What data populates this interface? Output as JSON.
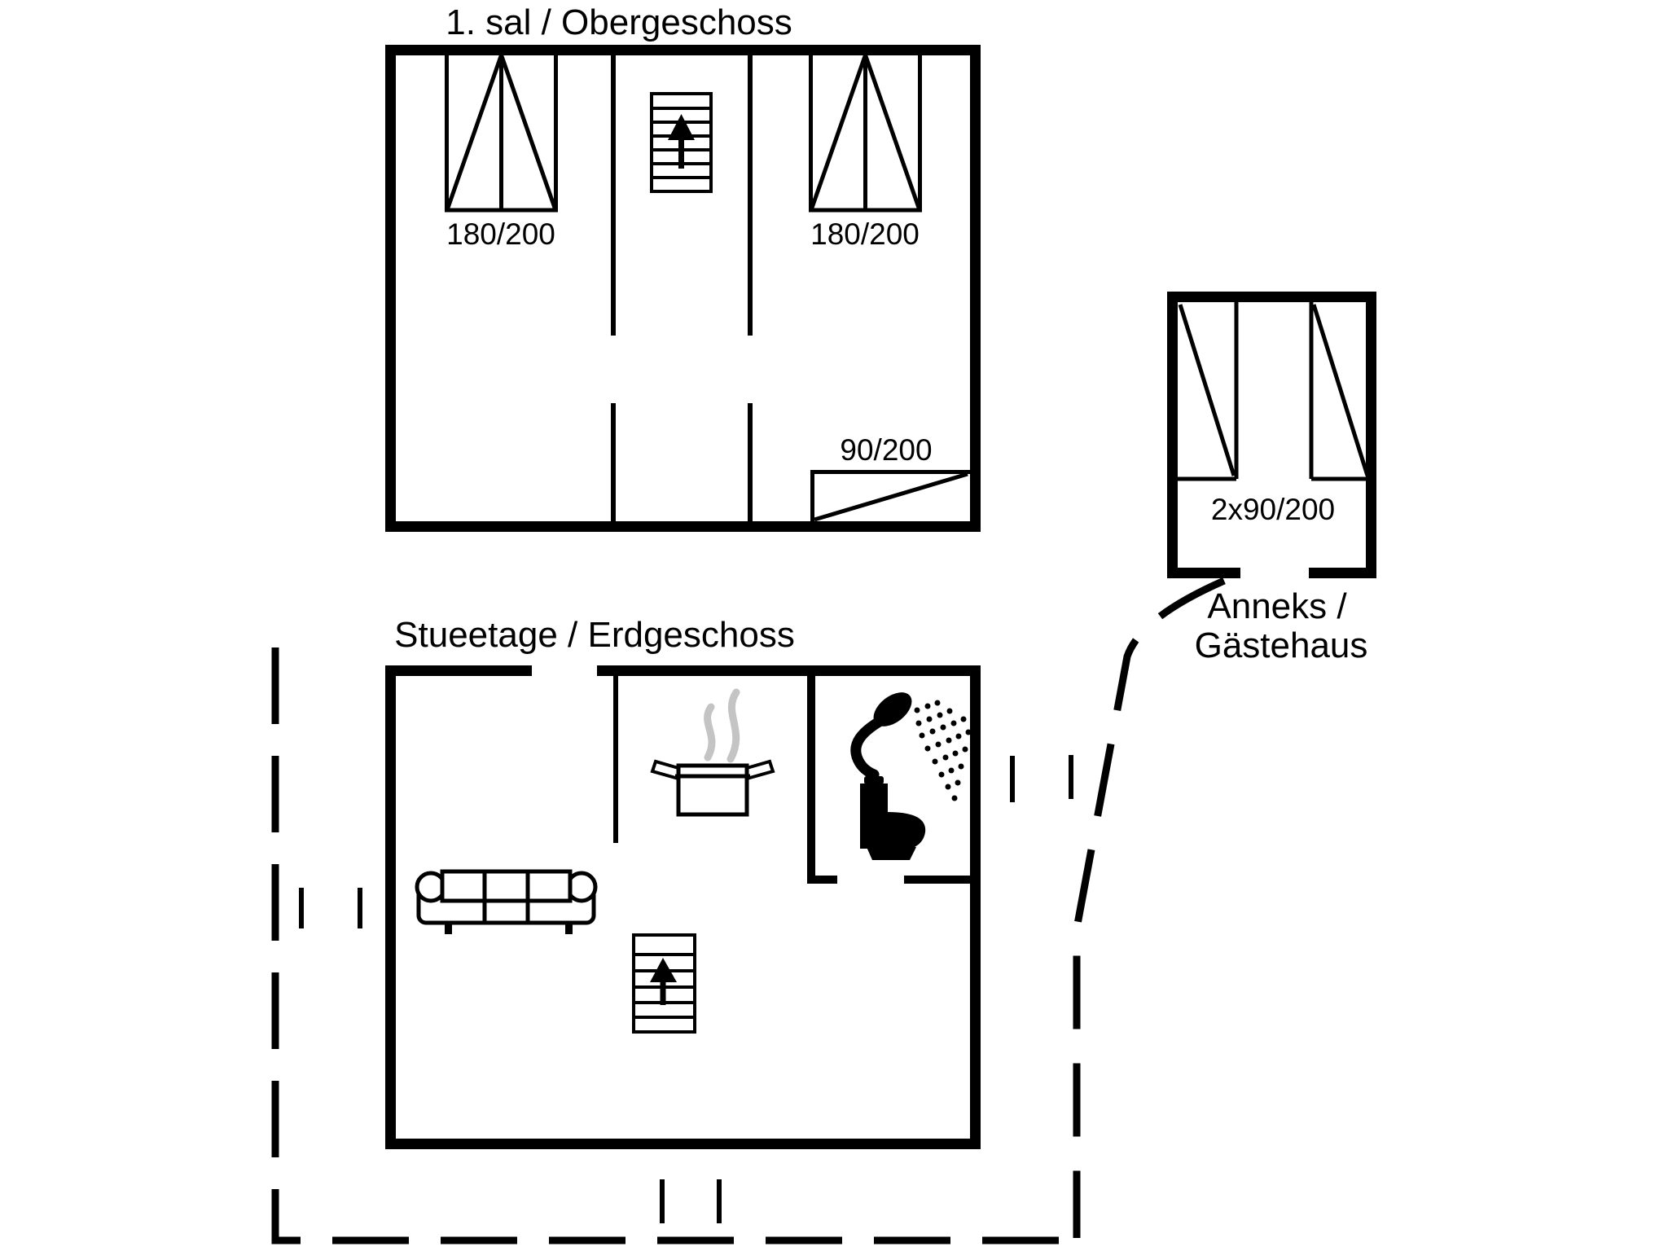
{
  "document": {
    "kind": "holiday-house floor plan",
    "background": "#ffffff",
    "line_color": "#000000",
    "steam_color": "#c4c4c4"
  },
  "upper_floor": {
    "title": "1. sal / Obergeschoss",
    "bed_left_label": "180/200",
    "bed_right_label": "180/200",
    "bed_corner_label": "90/200"
  },
  "ground_floor": {
    "title": "Stueetage / Erdgeschoss"
  },
  "annex": {
    "title_line1": "Anneks /",
    "title_line2": "Gästehaus",
    "beds_label": "2x90/200"
  },
  "icons": {
    "stairs": "stairs-up-icon",
    "sofa": "sofa-icon",
    "cooking_pot": "cooking-pot-icon",
    "shower": "shower-icon",
    "toilet": "toilet-icon",
    "double_bed": "double-bed-icon",
    "single_bed": "single-bed-icon"
  }
}
